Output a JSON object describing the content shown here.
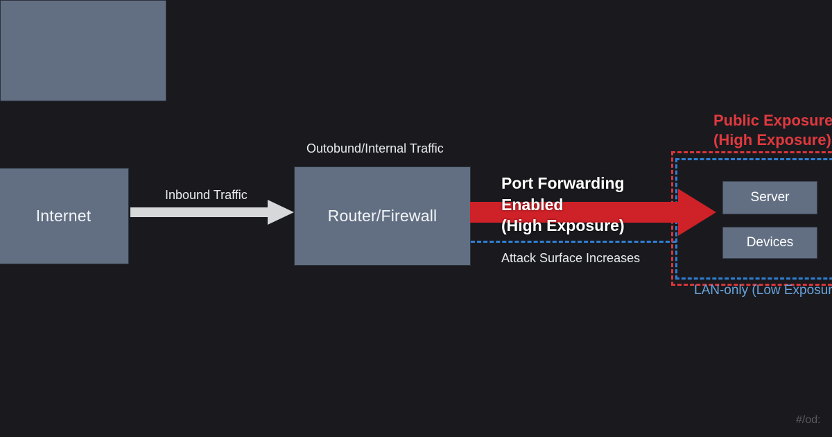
{
  "diagram": {
    "background_color": "#1a1a1e",
    "node_fill_color": "#626f83",
    "accent_red": "#cf2128",
    "accent_blue": "#2f7fd4",
    "nodes": {
      "internet": "Internet",
      "router": "Router/Firewall",
      "server": "Server",
      "devices": "Devices"
    },
    "arrows": {
      "inbound_label": "Inbound Traffic",
      "outbound_label": "Outobund/Internal Traffic",
      "port_forwarding_line1": "Port Forwarding",
      "port_forwarding_line2": "Enabled",
      "port_forwarding_line3": "(High Exposure)",
      "attack_surface_label": "Attack Surface Increases"
    },
    "zones": {
      "public_exposure_line1": "Public Exposure",
      "public_exposure_line2": "(High Exposure)",
      "lan_only_label": "LAN-only (Low Exposure)"
    },
    "watermark": "#/od:"
  }
}
